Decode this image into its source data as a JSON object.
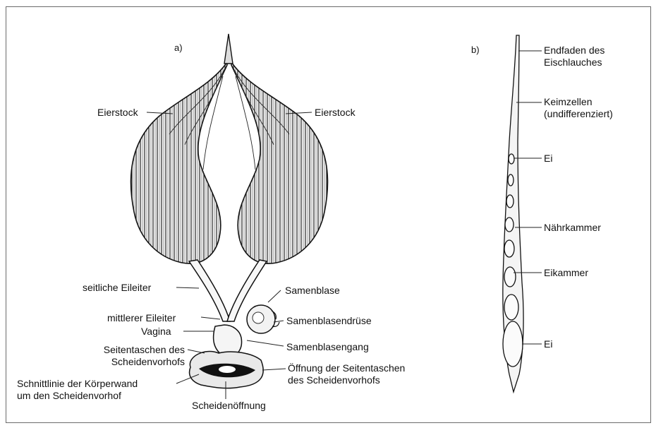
{
  "figure": {
    "panel_a": "a)",
    "panel_b": "b)",
    "labels_a": {
      "eierstock_left": "Eierstock",
      "eierstock_right": "Eierstock",
      "seitliche_eileiter": "seitliche Eileiter",
      "samenblase": "Samenblase",
      "mittlerer_eileiter": "mittlerer Eileiter",
      "samenblasendruese": "Samenblasendrüse",
      "vagina": "Vagina",
      "seitentaschen": "Seitentaschen des\nScheidenvorhofs",
      "samenblasengang": "Samenblasengang",
      "schnittlinie": "Schnittlinie der Körperwand\num den Scheidenvorhof",
      "oeffnung_seitentaschen": "Öffnung der Seitentaschen\ndes Scheidenvorhofs",
      "scheidenoeffnung": "Scheidenöffnung"
    },
    "labels_b": {
      "endfaden": "Endfaden des\nEischlauches",
      "keimzellen": "Keimzellen\n(undifferenziert)",
      "ei_top": "Ei",
      "naehrkammer": "Nährkammer",
      "eikammer": "Eikammer",
      "ei_bottom": "Ei"
    }
  }
}
